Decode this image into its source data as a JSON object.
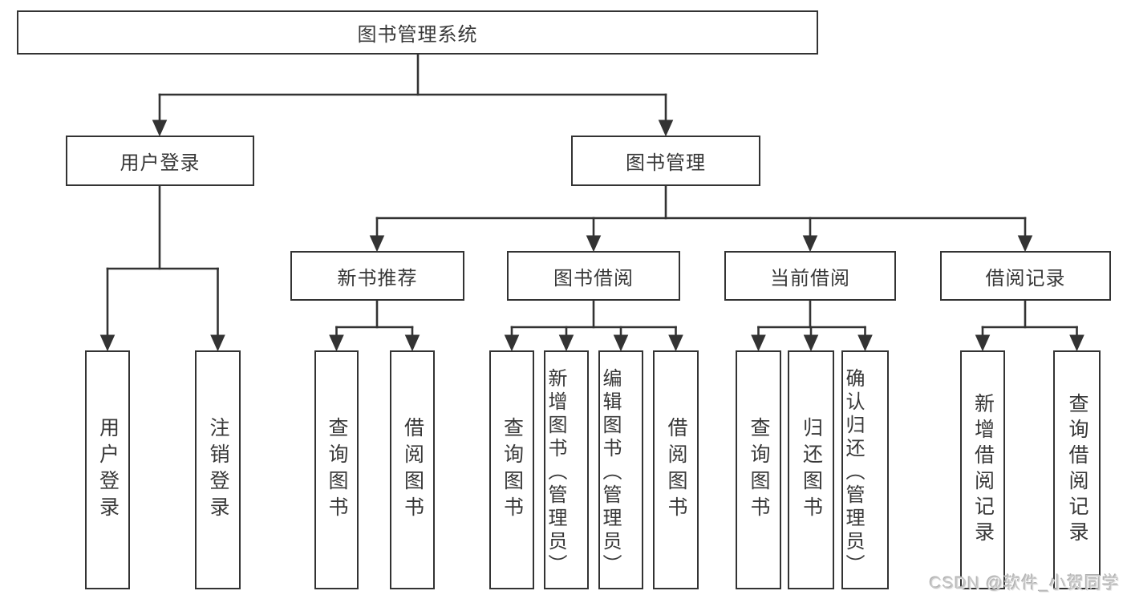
{
  "watermark": {
    "text": "CSDN @软件_小贺同学",
    "color": "#c7c7c7"
  },
  "colors": {
    "line": "#333333",
    "border": "#333333",
    "text": "#383838",
    "background": "#ffffff"
  },
  "tree": {
    "root": {
      "label": "图书管理系统"
    },
    "branches": [
      {
        "label": "用户登录",
        "children": [
          {
            "label": "用户登录"
          },
          {
            "label": "注销登录"
          }
        ]
      },
      {
        "label": "图书管理",
        "children": [
          {
            "label": "新书推荐",
            "children": [
              {
                "label": "查询图书"
              },
              {
                "label": "借阅图书"
              }
            ]
          },
          {
            "label": "图书借阅",
            "children": [
              {
                "label": "查询图书"
              },
              {
                "label": "新增图书（管理员）"
              },
              {
                "label": "编辑图书（管理员）"
              },
              {
                "label": "借阅图书"
              }
            ]
          },
          {
            "label": "当前借阅",
            "children": [
              {
                "label": "查询图书"
              },
              {
                "label": "归还图书"
              },
              {
                "label": "确认归还（管理员）"
              }
            ]
          },
          {
            "label": "借阅记录",
            "children": [
              {
                "label": "新增借阅记录"
              },
              {
                "label": "查询借阅记录"
              }
            ]
          }
        ]
      }
    ]
  }
}
